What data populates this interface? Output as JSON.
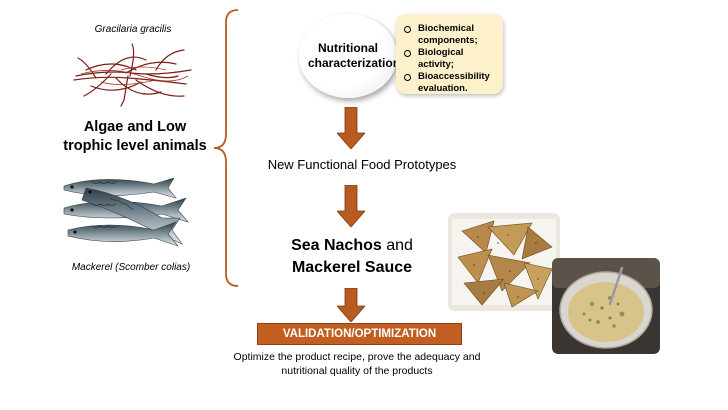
{
  "left": {
    "algae_name": "Gracilaria gracilis",
    "title": "Algae and Low trophic level animals",
    "fish_name": "Mackerel (Scomber colias)"
  },
  "flow": {
    "characterization": "Nutritional characterization",
    "characterization_items": [
      "Biochemical components;",
      "Biological activity;",
      "Bioaccessibility evaluation."
    ],
    "prototypes": "New Functional Food Prototypes",
    "product_1": "Sea Nachos",
    "product_conj": "and",
    "product_2": "Mackerel Sauce",
    "validation": "VALIDATION/OPTIMIZATION",
    "caption": "Optimize the product recipe, prove the adequacy and nutritional quality of the products"
  },
  "colors": {
    "arrow": "#b95a21",
    "validation_bg": "#c25e22",
    "note_bg": "#fdf1cc",
    "brace": "#b55a20"
  },
  "images": [
    "red-seaweed-image",
    "mackerel-fish-image",
    "sea-nachos-photo",
    "mackerel-sauce-photo"
  ]
}
